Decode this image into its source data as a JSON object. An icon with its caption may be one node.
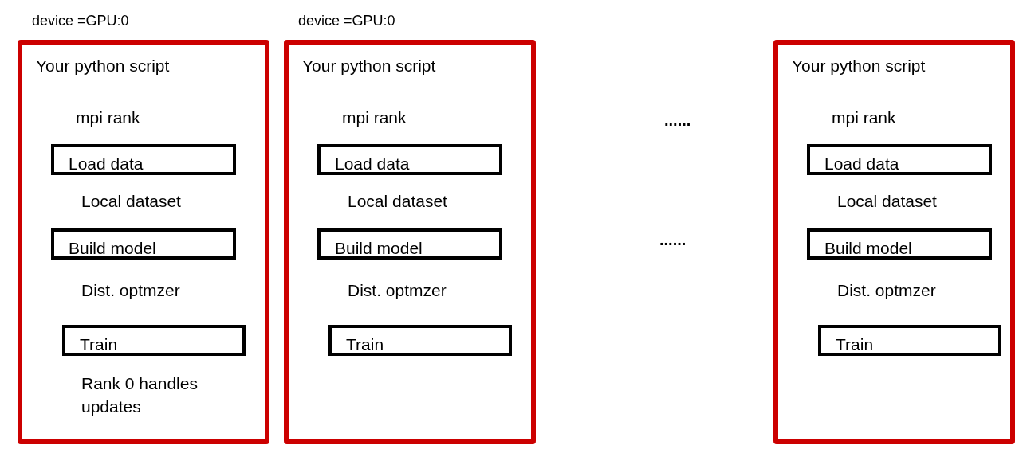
{
  "diagram": {
    "nodes": [
      {
        "text": [
          "Your python script",
          "mpi rank",
          "Local dataset",
          "Dist. optmzer",
          "Rank 0 handles updates"
        ],
        "beside": [
          "device =GPU:0"
        ]
      },
      {
        "text": [
          "Load data"
        ],
        "in": 0
      },
      {
        "text": [
          "Build model"
        ],
        "in": 0
      },
      {
        "text": [
          "Train"
        ],
        "in": 0
      },
      {
        "text": [
          "Your python script",
          "mpi rank",
          "Local dataset",
          "Dist. optmzer"
        ],
        "beside": [
          "device =GPU:0"
        ]
      },
      {
        "text": [
          "Load data"
        ],
        "in": 4
      },
      {
        "text": [
          "Build model"
        ],
        "in": 4
      },
      {
        "text": [
          "Train"
        ],
        "in": 4
      },
      {
        "text": [
          "Your python script",
          "mpi rank",
          "Local dataset",
          "Dist. optmzer"
        ]
      },
      {
        "text": [
          "Load data"
        ],
        "in": 8
      },
      {
        "text": [
          "Build model"
        ],
        "in": 8
      },
      {
        "text": [
          "Train"
        ],
        "in": 8
      }
    ],
    "labels": [
      "......",
      "......"
    ]
  }
}
